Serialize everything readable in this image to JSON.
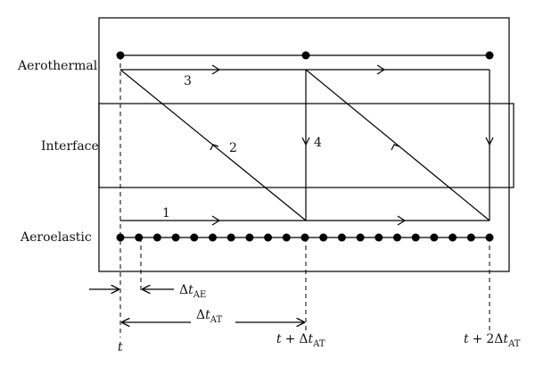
{
  "rows": {
    "top": "Aerothermal",
    "middle": "Interface",
    "bottom": "Aeroelastic"
  },
  "steps": {
    "s1": "1",
    "s2": "2",
    "s3": "3",
    "s4": "4"
  },
  "symbols": {
    "delta": "Δ",
    "t": "t",
    "sub_ae": "AE",
    "sub_at": "AT",
    "plus": "+",
    "two": "2"
  }
}
